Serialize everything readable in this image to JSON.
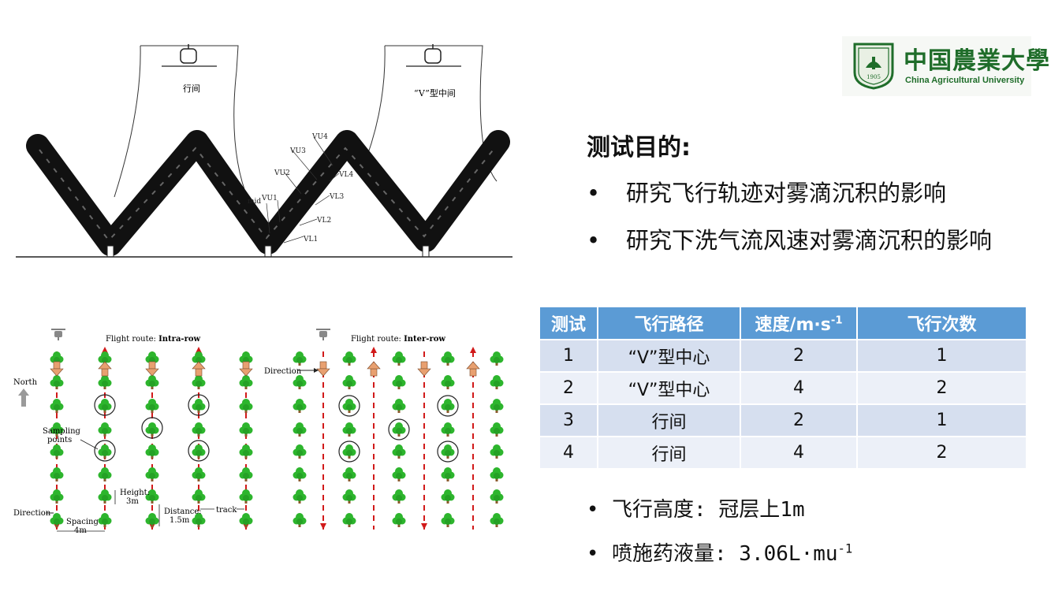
{
  "logo": {
    "name_cn": "中国農業大學",
    "name_en": "China Agricultural University",
    "seal_year": "1905"
  },
  "top_figure": {
    "label_intra_row": "行间",
    "label_v_center": "“V”型中间",
    "position_labels": [
      "VU4",
      "VU3",
      "VU2",
      "VU1",
      "mid",
      "VL1",
      "VL2",
      "VL3",
      "VL4"
    ]
  },
  "purpose": {
    "heading": "测试目的:",
    "items": [
      "研究飞行轨迹对雾滴沉积的影响",
      "研究下洗气流风速对雾滴沉积的影响"
    ]
  },
  "bottom_figure": {
    "title_left_prefix": "Flight route: ",
    "title_left_bold": "Intra-row",
    "title_right_prefix": "Flight route: ",
    "title_right_bold": "Inter-row",
    "north": "North",
    "sampling_points": [
      "Sampling",
      "points"
    ],
    "direction": "Direction",
    "height": [
      "Height:",
      "3m"
    ],
    "distance": [
      "Distance:",
      "1.5m"
    ],
    "track": "track",
    "spacing": [
      "Spacing",
      "4m"
    ]
  },
  "table": {
    "headers": [
      "测试",
      "飞行路径",
      "速度/m·s",
      "飞行次数"
    ],
    "speed_unit_exp": "-1",
    "rows": [
      [
        "1",
        "“V”型中心",
        "2",
        "1"
      ],
      [
        "2",
        "“V”型中心",
        "4",
        "2"
      ],
      [
        "3",
        "行间",
        "2",
        "1"
      ],
      [
        "4",
        "行间",
        "4",
        "2"
      ]
    ]
  },
  "params": {
    "height": "飞行高度: 冠层上1m",
    "volume": "喷施药液量: 3.06L·mu",
    "volume_exp": "-1"
  },
  "colors": {
    "table_header": "#5b9bd5",
    "row_odd": "#d6dfef",
    "row_even": "#ecf0f8",
    "tree_green": "#2db52d",
    "route_red": "#d11a1a",
    "arrow_orange": "#e8a070",
    "logo_green": "#1f6d2a"
  }
}
